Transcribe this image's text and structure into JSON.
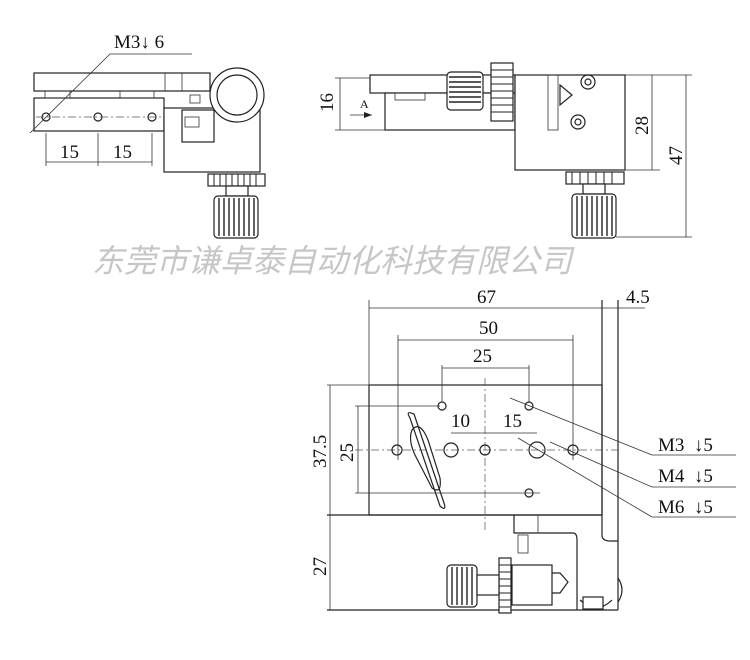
{
  "watermark": "东莞市谦卓泰自动化科技有限公司",
  "side_view": {
    "thread_callout": "M3↓ 6",
    "hole_spacing_1": "15",
    "hole_spacing_2": "15"
  },
  "front_view": {
    "height_16": "16",
    "view_arrow_label": "A",
    "height_28": "28",
    "height_47": "47"
  },
  "top_view": {
    "width_67": "67",
    "offset_4_5": "4.5",
    "spacing_50": "50",
    "spacing_25_horizontal": "25",
    "spacing_10": "10",
    "spacing_15": "15",
    "height_37_5": "37.5",
    "spacing_25_vertical": "25",
    "height_27": "27",
    "callouts": [
      "M3  ↓5",
      "M4  ↓5",
      "M6  ↓5"
    ]
  }
}
